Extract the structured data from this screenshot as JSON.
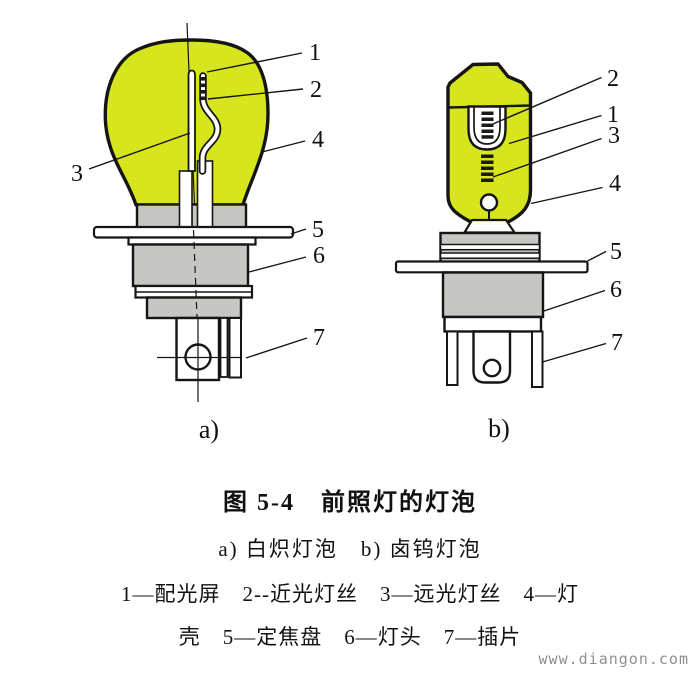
{
  "diagram": {
    "callout_labels": [
      "1",
      "2",
      "3",
      "4",
      "5",
      "6",
      "7"
    ],
    "label_a": "a)",
    "label_b": "b)"
  },
  "caption": {
    "title": "图 5-4　前照灯的灯泡",
    "subtitle": "a) 白炽灯泡　b) 卤钨灯泡",
    "legend_line1": "1—配光屏　2--近光灯丝　3—远光灯丝　4—灯",
    "legend_line2": "壳　5—定焦盘　6—灯头　7—插片"
  },
  "watermark": "www.diangon.com",
  "colors": {
    "glass": "#d7e51d",
    "metal": "#c6c6c2",
    "outline": "#151515",
    "watermark_gray": "#8f8f8f"
  }
}
